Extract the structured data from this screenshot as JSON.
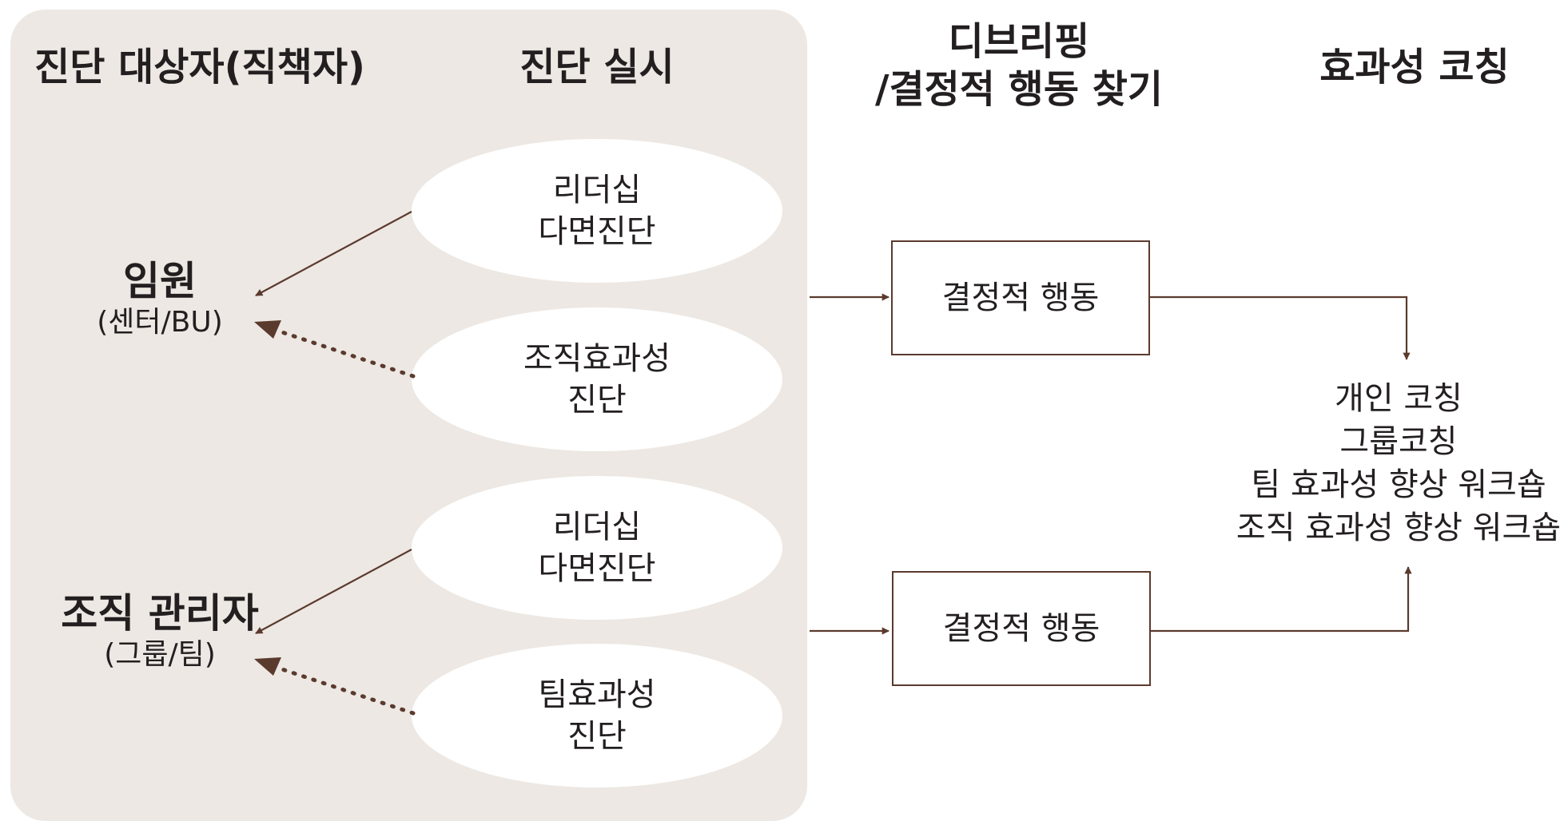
{
  "colors": {
    "panel_background": "#ede8e3",
    "arrow": "#5b3a2e",
    "box_border": "#5b3a2e",
    "text": "#231f20"
  },
  "headers": {
    "targets": "진단 대상자(직책자)",
    "diagnosis": "진단 실시",
    "debriefing_line1": "디브리핑",
    "debriefing_line2": "/결정적 행동 찾기",
    "coaching": "효과성 코칭"
  },
  "targets": [
    {
      "main": "임원",
      "sub": "(센터/BU)"
    },
    {
      "main": "조직 관리자",
      "sub": "(그룹/팀)"
    }
  ],
  "diagnoses": [
    {
      "line1": "리더십",
      "line2": "다면진단"
    },
    {
      "line1": "조직효과성",
      "line2": "진단"
    },
    {
      "line1": "리더십",
      "line2": "다면진단"
    },
    {
      "line1": "팀효과성",
      "line2": "진단"
    }
  ],
  "debriefing_boxes": [
    {
      "label": "결정적 행동"
    },
    {
      "label": "결정적 행동"
    }
  ],
  "coaching_items": [
    "개인 코칭",
    "그룹코칭",
    "팀 효과성 향상 워크숍",
    "조직 효과성 향상 워크숍"
  ]
}
